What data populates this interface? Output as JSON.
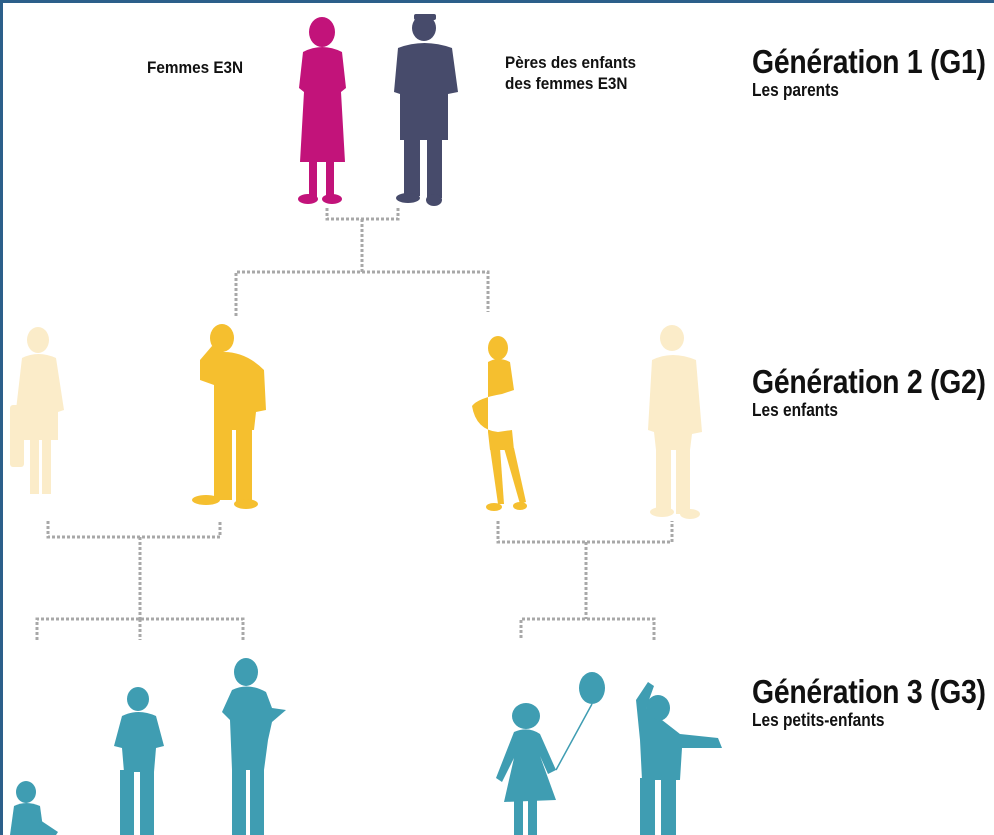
{
  "captions": {
    "mothers": "Femmes E3N",
    "fathers_line1": "Pères des enfants",
    "fathers_line2": "des femmes E3N"
  },
  "generations": [
    {
      "title": "Génération 1 (G1)",
      "subtitle": "Les parents"
    },
    {
      "title": "Génération 2 (G2)",
      "subtitle": "Les enfants"
    },
    {
      "title": "Génération 3 (G3)",
      "subtitle": "Les petits-enfants"
    }
  ],
  "colors": {
    "mother": "#c2137a",
    "father": "#474b6b",
    "child": "#f5bf2f",
    "spouse": "#fbecc9",
    "grandchild": "#3f9db2",
    "connector": "#a8a8a8",
    "frame": "#2c5f8a"
  }
}
